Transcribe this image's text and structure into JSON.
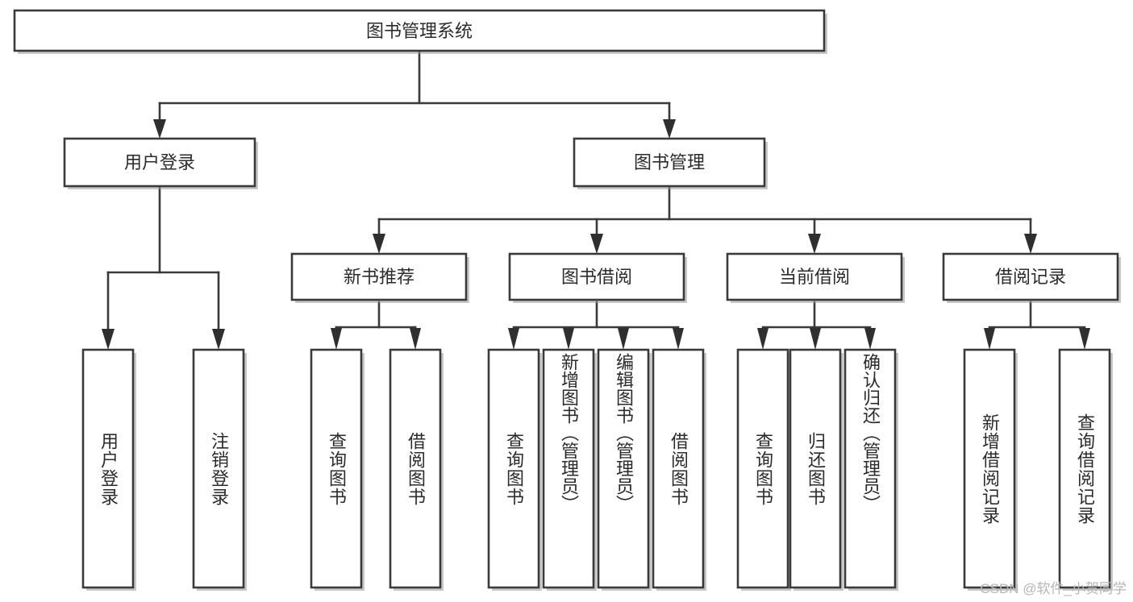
{
  "diagram": {
    "type": "tree-hierarchy",
    "title": "图书管理系统",
    "colors": {
      "box_stroke": "#3a3a3a",
      "box_fill": "#ffffff",
      "edge": "#3a3a3a",
      "arrow": "#2f2f2f",
      "text": "#2b2b2b",
      "watermark": "#b6b6b6",
      "background": "#ffffff"
    },
    "root": {
      "label": "图书管理系统",
      "orientation": "horizontal"
    },
    "level1": [
      {
        "label": "用户登录",
        "orientation": "horizontal"
      },
      {
        "label": "图书管理",
        "orientation": "horizontal"
      }
    ],
    "level2": [
      {
        "label": "新书推荐",
        "orientation": "horizontal",
        "parent": "图书管理"
      },
      {
        "label": "图书借阅",
        "orientation": "horizontal",
        "parent": "图书管理"
      },
      {
        "label": "当前借阅",
        "orientation": "horizontal",
        "parent": "图书管理"
      },
      {
        "label": "借阅记录",
        "orientation": "horizontal",
        "parent": "图书管理"
      }
    ],
    "leaves": {
      "用户登录": [
        {
          "label": "用户登录",
          "orientation": "vertical"
        },
        {
          "label": "注销登录",
          "orientation": "vertical"
        }
      ],
      "新书推荐": [
        {
          "label": "查询图书",
          "orientation": "vertical"
        },
        {
          "label": "借阅图书",
          "orientation": "vertical"
        }
      ],
      "图书借阅": [
        {
          "label": "查询图书",
          "orientation": "vertical"
        },
        {
          "label": "新增图书（管理员）",
          "orientation": "vertical"
        },
        {
          "label": "编辑图书（管理员）",
          "orientation": "vertical"
        },
        {
          "label": "借阅图书",
          "orientation": "vertical"
        }
      ],
      "当前借阅": [
        {
          "label": "查询图书",
          "orientation": "vertical"
        },
        {
          "label": "归还图书",
          "orientation": "vertical"
        },
        {
          "label": "确认归还（管理员）",
          "orientation": "vertical"
        }
      ],
      "借阅记录": [
        {
          "label": "新增借阅记录",
          "orientation": "vertical"
        },
        {
          "label": "查询借阅记录",
          "orientation": "vertical"
        }
      ]
    }
  },
  "watermark": {
    "text": "CSDN @软件_小贺同学"
  }
}
